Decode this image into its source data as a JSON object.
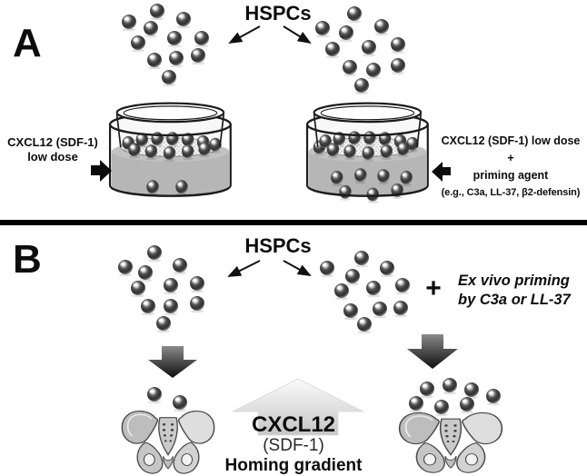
{
  "panel_a": {
    "label": "A",
    "hspcs_label": "HSPCs",
    "left_condition": {
      "line1": "CXCL12 (SDF-1)",
      "line2": "low dose"
    },
    "right_condition": {
      "line1": "CXCL12 (SDF-1) low dose",
      "line2": "+",
      "line3": "priming agent",
      "line4": "(e.g., C3a, LL-37, β2-defensin)"
    },
    "left_well": {
      "cells_on_membrane": 12,
      "cells_migrated_to_bottom": 2
    },
    "right_well": {
      "cells_on_membrane": 13,
      "cells_migrated_to_bottom": 7
    }
  },
  "panel_b": {
    "label": "B",
    "hspcs_label": "HSPCs",
    "plus": "+",
    "priming_note": {
      "line1": "Ex vivo priming",
      "line2": "by C3a or LL-37"
    },
    "homing_gradient": {
      "line1": "CXCL12",
      "line2": "(SDF-1)",
      "line3": "Homing gradient"
    },
    "left_homed_cells": 2,
    "right_homed_cells": 7
  },
  "colors": {
    "text": "#0d0d0d",
    "divider": "#000000",
    "well_liquid": "#b6b6b6",
    "block_arrow_black": "#0b0b0b",
    "up_arrow_light": "#d9d9d9"
  }
}
